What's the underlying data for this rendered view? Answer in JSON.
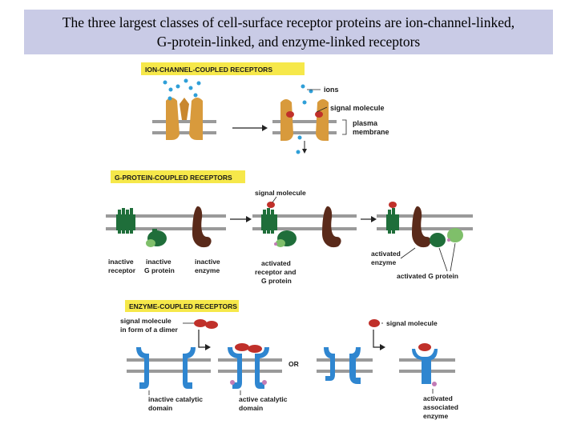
{
  "title": {
    "line1": "The three largest classes of cell-surface receptor proteins are ion-channel-linked,",
    "line2": "G-protein-linked, and enzyme-linked receptors"
  },
  "ion_channel": {
    "header": "ION-CHANNEL-COUPLED RECEPTORS",
    "ions": "ions",
    "signal_molecule": "signal molecule",
    "plasma": "plasma",
    "membrane": "membrane"
  },
  "g_protein": {
    "header": "G-PROTEIN-COUPLED RECEPTORS",
    "signal_molecule": "signal molecule",
    "inactive_receptor_1": "inactive",
    "inactive_receptor_2": "receptor",
    "inactive_g_1": "inactive",
    "inactive_g_2": "G protein",
    "inactive_enzyme_1": "inactive",
    "inactive_enzyme_2": "enzyme",
    "activated_rg_1": "activated",
    "activated_rg_2": "receptor and",
    "activated_rg_3": "G protein",
    "activated_enzyme_1": "activated",
    "activated_enzyme_2": "enzyme",
    "activated_g": "activated G protein"
  },
  "enzyme": {
    "header": "ENZYME-COUPLED RECEPTORS",
    "signal_dimer_1": "signal molecule",
    "signal_dimer_2": "in form of a dimer",
    "signal_molecule": "signal molecule",
    "or": "OR",
    "inactive_domain_1": "inactive catalytic",
    "inactive_domain_2": "domain",
    "active_domain_1": "active catalytic",
    "active_domain_2": "domain",
    "assoc_1": "activated",
    "assoc_2": "associated",
    "assoc_3": "enzyme"
  },
  "colors": {
    "title_bg": "#c9cbe6",
    "header_bg": "#f6e84a",
    "membrane": "#8a8a8a",
    "ion_channel": "#d89a3c",
    "ion_signal": "#c0302a",
    "ions": "#2f9fd8",
    "g_receptor": "#1f6e3a",
    "g_protein": "#7fbf6a",
    "enzyme_brown": "#5a2a1a",
    "enzyme_receptor": "#2f86d0",
    "signal_red": "#c0302a"
  }
}
